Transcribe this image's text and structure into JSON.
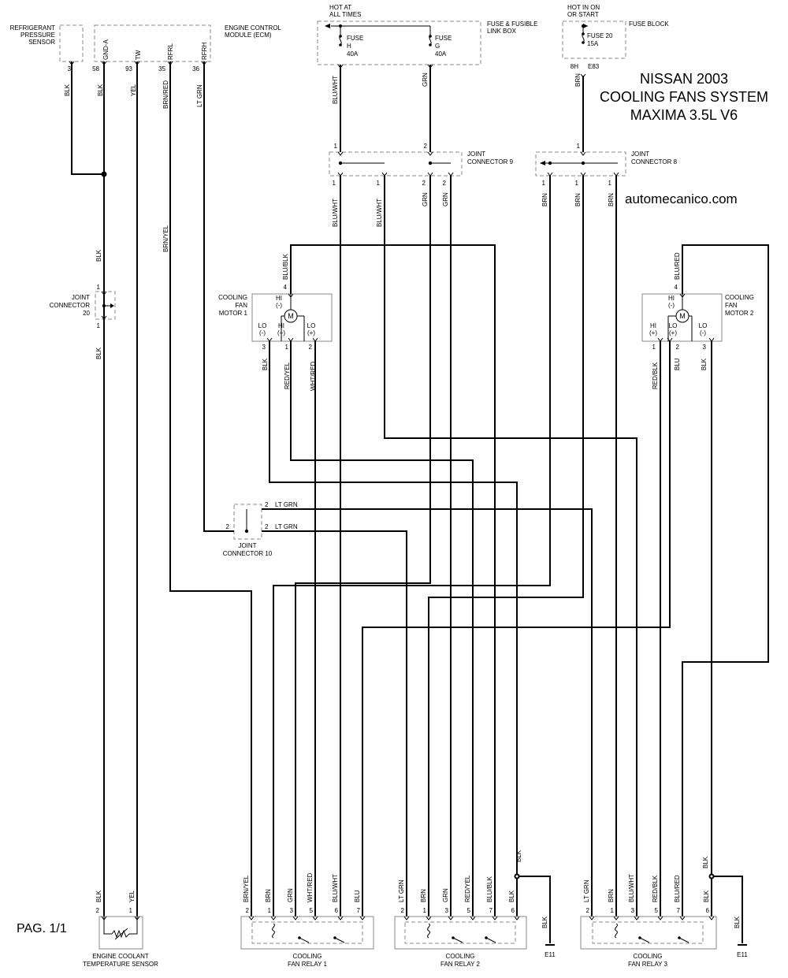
{
  "title": {
    "line1": "NISSAN 2003",
    "line2": "COOLING FANS SYSTEM",
    "line3": "MAXIMA 3.5L V6"
  },
  "website": "automecanico.com",
  "page_label": "PAG. 1/1",
  "supply": {
    "hot_all_times": [
      "HOT AT",
      "ALL TIMES"
    ],
    "fuse_link_box": [
      "FUSE & FUSIBLE",
      "LINK BOX"
    ],
    "fuse_h": [
      "FUSE",
      "H",
      "40A"
    ],
    "fuse_g": [
      "FUSE",
      "G",
      "40A"
    ],
    "hot_in_on": [
      "HOT IN ON",
      "OR START"
    ],
    "fuse_block": "FUSE BLOCK",
    "fuse_20": [
      "FUSE 20",
      "15A"
    ],
    "fuse_block_pin": "8H",
    "fuse_block_conn": "E83"
  },
  "ecm": {
    "title": [
      "ENGINE CONTROL",
      "MODULE (ECM)"
    ],
    "pins": [
      {
        "name": "GND-A",
        "pin": "58",
        "wire": "BLK"
      },
      {
        "name": "TW",
        "pin": "93",
        "wire": "YEL"
      },
      {
        "name": "RFRL",
        "pin": "35",
        "wire": "BRN/RED"
      },
      {
        "name": "RFRH",
        "pin": "36",
        "wire": "LT GRN"
      }
    ]
  },
  "refrigerant_sensor": {
    "title": [
      "REFRIGERANT",
      "PRESSURE",
      "SENSOR"
    ],
    "pin": "3",
    "wire": "BLK"
  },
  "joint_connector_9": {
    "title": [
      "JOINT",
      "CONNECTOR 9"
    ],
    "in_pins": [
      "1",
      "2"
    ],
    "out_pins": [
      "1",
      "1",
      "2",
      "2"
    ],
    "wires": [
      "BLU/WHT",
      "BLU/WHT",
      "GRN",
      "GRN"
    ],
    "in_wires": [
      "BLU/WHT",
      "GRN"
    ]
  },
  "joint_connector_8": {
    "title": [
      "JOINT",
      "CONNECTOR 8"
    ],
    "in_pin": "1",
    "in_wire": "BRN",
    "out_pins": [
      "1",
      "1",
      "1"
    ],
    "wires": [
      "BRN",
      "BRN",
      "BRN"
    ]
  },
  "joint_connector_20": {
    "title": [
      "JOINT",
      "CONNECTOR",
      "20"
    ],
    "pins": [
      "1",
      "1"
    ],
    "wires": [
      "BLK",
      "BLK"
    ]
  },
  "joint_connector_10": {
    "title": [
      "JOINT",
      "CONNECTOR 10"
    ],
    "in_pin": "2",
    "out_pins": [
      "2",
      "2"
    ],
    "out_wires": [
      "LT GRN",
      "LT GRN"
    ]
  },
  "brn_yel_label": "BRN/YEL",
  "fan_motor_1": {
    "title": [
      "COOLING",
      "FAN",
      "MOTOR 1"
    ],
    "top_pin": "4",
    "top_label": [
      "HI",
      "(-)"
    ],
    "top_wire": "BLU/BLK",
    "motor": "M",
    "pins": [
      {
        "label": [
          "LO",
          "(-)"
        ],
        "pin": "3",
        "wire": "BLK"
      },
      {
        "label": [
          "HI",
          "(+)"
        ],
        "pin": "1",
        "wire": "RED/YEL"
      },
      {
        "label": [
          "LO",
          "(+)"
        ],
        "pin": "2",
        "wire": "WHT/RED"
      }
    ]
  },
  "fan_motor_2": {
    "title": [
      "COOLING",
      "FAN",
      "MOTOR 2"
    ],
    "top_pin": "4",
    "top_label": [
      "HI",
      "(-)"
    ],
    "top_wire": "BLU/RED",
    "motor": "M",
    "pins": [
      {
        "label": [
          "HI",
          "(+)"
        ],
        "pin": "1",
        "wire": "RED/BLK"
      },
      {
        "label": [
          "LO",
          "(+)"
        ],
        "pin": "2",
        "wire": "BLU"
      },
      {
        "label": [
          "LO",
          "(-)"
        ],
        "pin": "3",
        "wire": "BLK"
      }
    ]
  },
  "coolant_sensor": {
    "title": [
      "ENGINE COOLANT",
      "TEMPERATURE SENSOR"
    ],
    "pins": [
      {
        "pin": "2",
        "wire": "BLK"
      },
      {
        "pin": "1",
        "wire": "YEL"
      }
    ]
  },
  "relay_1": {
    "title": [
      "COOLING",
      "FAN RELAY 1"
    ],
    "pins": [
      {
        "pin": "2",
        "wire": "BRN/YEL"
      },
      {
        "pin": "1",
        "wire": "BRN"
      },
      {
        "pin": "3",
        "wire": "GRN"
      },
      {
        "pin": "5",
        "wire": "WHT/RED"
      },
      {
        "pin": "6",
        "wire": "BLU/WHT"
      },
      {
        "pin": "7",
        "wire": "BLU"
      }
    ]
  },
  "relay_2": {
    "title": [
      "COOLING",
      "FAN RELAY 2"
    ],
    "pins": [
      {
        "pin": "2",
        "wire": "LT GRN"
      },
      {
        "pin": "1",
        "wire": "BRN"
      },
      {
        "pin": "3",
        "wire": "GRN"
      },
      {
        "pin": "5",
        "wire": "RED/YEL"
      },
      {
        "pin": "7",
        "wire": "BLU/BLK"
      },
      {
        "pin": "6",
        "wire": "BLK"
      }
    ]
  },
  "relay_3": {
    "title": [
      "COOLING",
      "FAN RELAY 3"
    ],
    "pins": [
      {
        "pin": "2",
        "wire": "LT GRN"
      },
      {
        "pin": "1",
        "wire": "BRN"
      },
      {
        "pin": "3",
        "wire": "BLU/WHT"
      },
      {
        "pin": "5",
        "wire": "RED/BLK"
      },
      {
        "pin": "7",
        "wire": "BLU/RED"
      },
      {
        "pin": "6",
        "wire": "BLK"
      }
    ]
  },
  "ground": {
    "label": "E11",
    "wire_above": "BLK",
    "wire_below": "BLK"
  }
}
